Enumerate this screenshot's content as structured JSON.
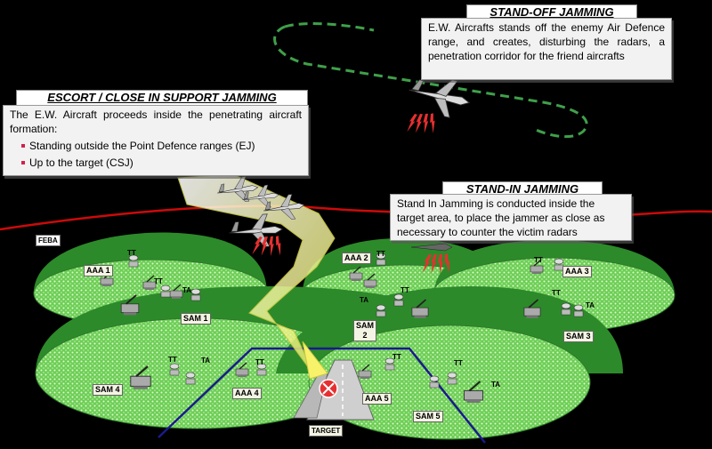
{
  "standoff": {
    "title": "STAND-OFF  JAMMING",
    "text": "E.W. Aircrafts stands off the enemy Air Defence range, and creates, disturbing the radars, a penetration corridor for the friend aircrafts"
  },
  "escort": {
    "title": "ESCORT / CLOSE IN  SUPPORT JAMMING",
    "intro": "The E.W. Aircraft proceeds inside the penetrating aircraft formation:",
    "bullets": [
      "Standing outside the Point  Defence ranges (EJ)",
      "Up to the target (CSJ)"
    ]
  },
  "standin": {
    "title": "STAND-IN  JAMMING",
    "text": "Stand In Jamming is conducted inside the target area, to place the jammer as close as necessary to counter the victim radars"
  },
  "feba": "FEBA",
  "labels": {
    "aaa1": "AAA 1",
    "aaa2": "AAA 2",
    "aaa3": "AAA 3",
    "aaa4": "AAA 4",
    "aaa5": "AAA 5",
    "sam1": "SAM 1",
    "sam2": "SAM\n2",
    "sam3": "SAM 3",
    "sam4": "SAM 4",
    "sam5": "SAM 5",
    "target": "TARGET",
    "tt": "TT",
    "ta": "TA"
  },
  "colors": {
    "background": "#000000",
    "zone_fill": "#5fc94a",
    "zone_dark": "#2d8a2a",
    "feba_line": "#cc0a0a",
    "orbit": "#4caf50",
    "corridor": "#1a1a8c",
    "jamming": "#e63030",
    "path": "#f2f25a"
  }
}
